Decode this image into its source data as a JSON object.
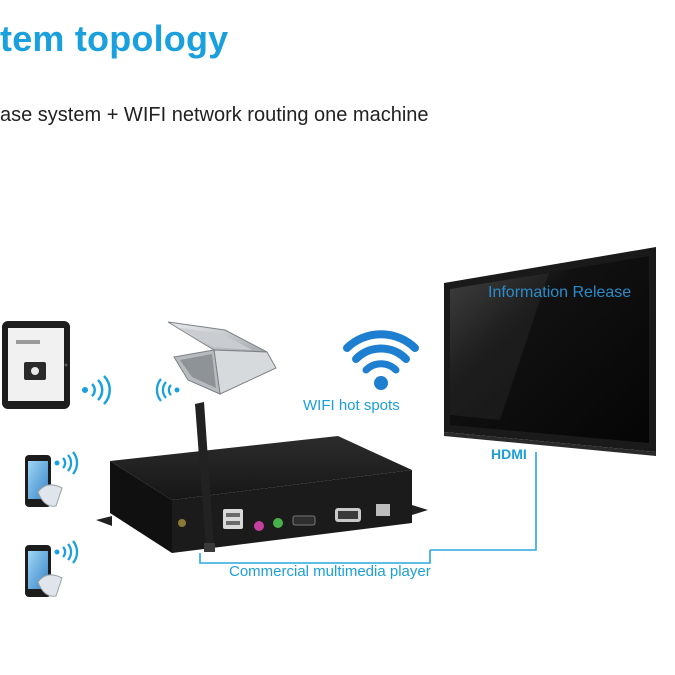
{
  "header": {
    "title": "tem topology",
    "subtitle": "ase system + WIFI network routing one machine"
  },
  "diagram": {
    "labels": {
      "information_release": "Information Release",
      "wifi_hot_spots": "WIFI hot spots",
      "hdmi": "HDMI",
      "commercial_player": "Commercial multimedia player"
    },
    "colors": {
      "accent": "#1aa0dd",
      "connector_line": "#2aa7e0",
      "device_body": "#1b1b1b",
      "screen_glass": "#0d0d0d",
      "wifi_blue": "#1e7fd0"
    }
  }
}
